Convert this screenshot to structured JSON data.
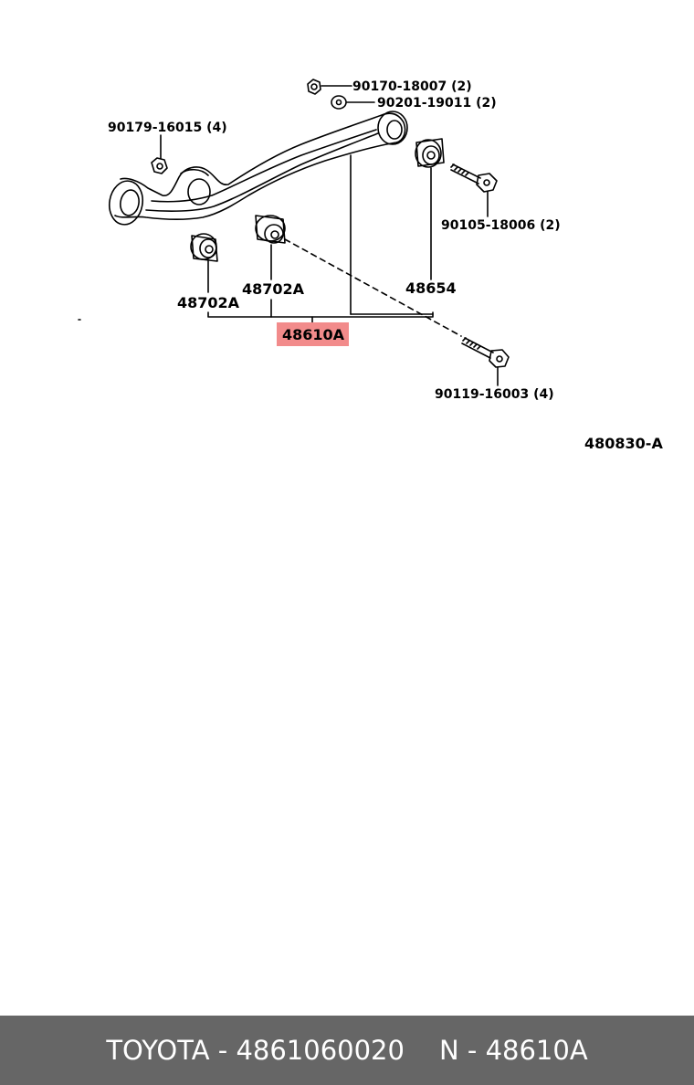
{
  "diagram": {
    "parts": [
      {
        "name": "nut",
        "number": "90170-18007 (2)"
      },
      {
        "name": "washer",
        "number": "90201-19011 (2)"
      },
      {
        "name": "nut-left",
        "number": "90179-16015 (4)"
      },
      {
        "name": "bolt-upper",
        "number": "90105-18006 (2)"
      },
      {
        "name": "bushing-front",
        "number": "48702A"
      },
      {
        "name": "bushing-middle",
        "number": "48702A"
      },
      {
        "name": "bushing-right",
        "number": "48654"
      },
      {
        "name": "arm-assembly",
        "number": "48610A"
      },
      {
        "name": "bolt-lower",
        "number": "90119-16003 (4)"
      }
    ],
    "reference": "480830-A",
    "highlight_color": "#f28b8b"
  },
  "footer": {
    "brand_part": "TOYOTA - 4861060020",
    "ref_part": "N - 48610A",
    "background": "#666666"
  }
}
